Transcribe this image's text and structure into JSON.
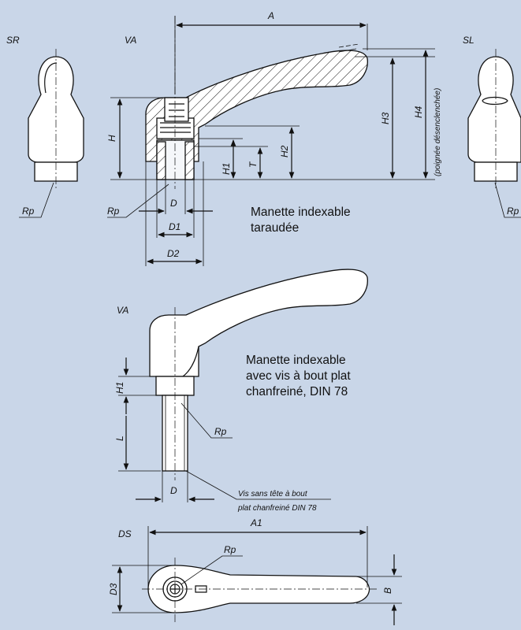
{
  "views": {
    "sr": "SR",
    "va_top": "VA",
    "sl": "SL",
    "va_mid": "VA",
    "ds": "DS"
  },
  "dims": {
    "a": "A",
    "h": "H",
    "h1": "H1",
    "h2": "H2",
    "h3": "H3",
    "h4": "H4",
    "h4_note": "(poignée désenclenchée)",
    "t": "T",
    "d": "D",
    "d1": "D1",
    "d2": "D2",
    "rp": "Rp",
    "h1_mid": "H1",
    "l": "L",
    "d_mid": "D",
    "a1": "A1",
    "d3": "D3",
    "b": "B"
  },
  "captions": {
    "tapped_line1": "Manette indexable",
    "tapped_line2": "taraudée",
    "screw_line1": "Manette indexable",
    "screw_line2": "avec vis à bout plat",
    "screw_line3": "chanfreiné, DIN 78",
    "note_line1": "Vis sans tête à bout",
    "note_line2": "plat chanfreiné DIN 78"
  },
  "colors": {
    "background": "#c9d6e8",
    "part": "#ffffff",
    "line": "#111111"
  }
}
